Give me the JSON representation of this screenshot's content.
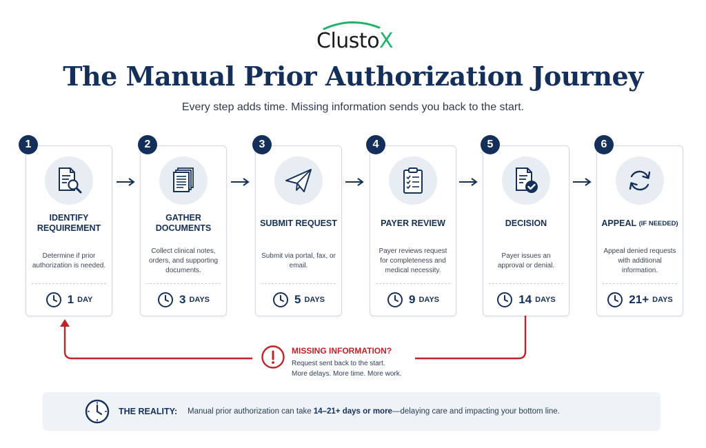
{
  "brand": {
    "name_main": "Clusto",
    "name_accent": "X"
  },
  "title": "The Manual Prior Authorization Journey",
  "subtitle": "Every step adds time. Missing information sends you back to the start.",
  "steps": [
    {
      "number": "1",
      "title": "IDENTIFY REQUIREMENT",
      "description": "Determine if prior authorization is needed.",
      "duration_value": "1",
      "duration_unit": "DAY",
      "icon": "document-search-icon"
    },
    {
      "number": "2",
      "title": "GATHER DOCUMENTS",
      "description": "Collect clinical notes, orders, and supporting documents.",
      "duration_value": "3",
      "duration_unit": "DAYS",
      "icon": "documents-stack-icon"
    },
    {
      "number": "3",
      "title": "SUBMIT REQUEST",
      "description": "Submit via portal, fax, or email.",
      "duration_value": "5",
      "duration_unit": "DAYS",
      "icon": "paper-plane-icon"
    },
    {
      "number": "4",
      "title": "PAYER REVIEW",
      "description": "Payer reviews request for completeness and medical necessity.",
      "duration_value": "9",
      "duration_unit": "DAYS",
      "icon": "clipboard-checklist-icon"
    },
    {
      "number": "5",
      "title": "DECISION",
      "description": "Payer issues an approval or denial.",
      "duration_value": "14",
      "duration_unit": "DAYS",
      "icon": "document-check-icon"
    },
    {
      "number": "6",
      "title": "APPEAL",
      "title_suffix": "(IF NEEDED)",
      "description": "Appeal denied requests with additional information.",
      "duration_value": "21+",
      "duration_unit": "DAYS",
      "icon": "refresh-cycle-icon"
    }
  ],
  "missing_info": {
    "title": "MISSING INFORMATION?",
    "line1": "Request sent back to the start.",
    "line2": "More delays. More time. More work."
  },
  "reality": {
    "label": "THE REALITY:",
    "text_before": "Manual prior authorization can take ",
    "text_bold": "14–21+ days or more",
    "text_after": "—delaying care and impacting your bottom line."
  },
  "colors": {
    "navy": "#14305a",
    "red": "#c42127",
    "icon_bg": "#e8edf4",
    "green": "#1fb36a"
  }
}
